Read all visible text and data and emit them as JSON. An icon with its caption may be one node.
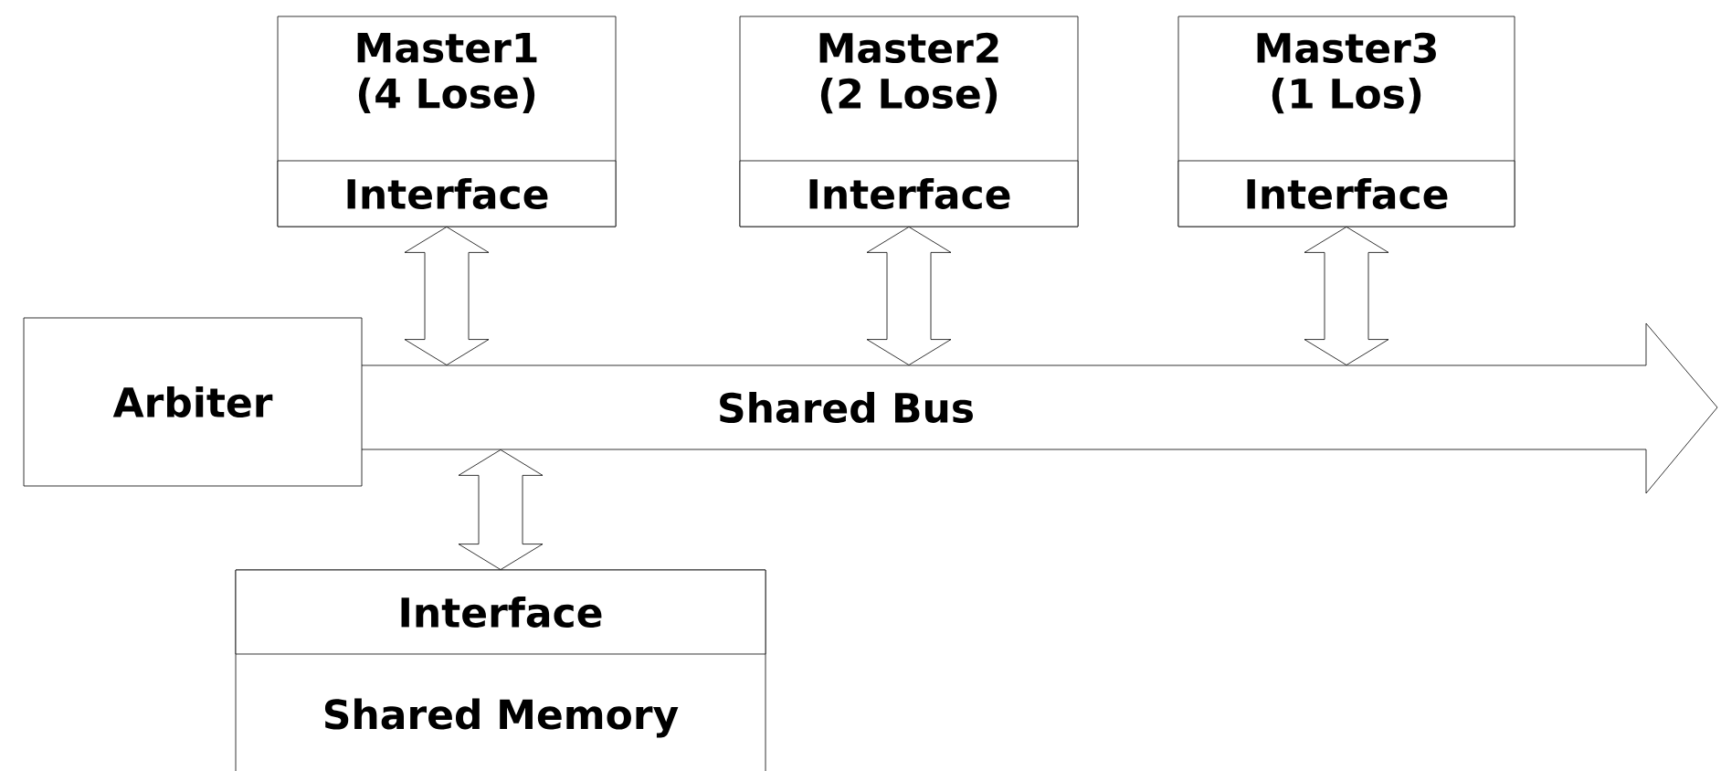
{
  "diagram": {
    "nodes": [
      {
        "text": [
          "Master1 (4 Lose)"
        ]
      },
      {
        "text": [
          "Interface"
        ],
        "in": 0
      },
      {
        "text": [
          "Master2 (2 Lose)"
        ]
      },
      {
        "text": [
          "Interface"
        ],
        "in": 2
      },
      {
        "text": [
          "Master3 (1 Los)"
        ]
      },
      {
        "text": [
          "Interface"
        ],
        "in": 4
      },
      {
        "text": [
          "Arbiter"
        ]
      },
      {
        "text": [
          "Shared Bus"
        ]
      },
      {
        "text": [
          "Shared Memory"
        ]
      },
      {
        "text": [
          "Interface"
        ],
        "in": 8
      }
    ],
    "edges": [
      {
        "from": 1,
        "to": 7,
        "arrow": "both"
      },
      {
        "from": 3,
        "to": 7,
        "arrow": "both"
      },
      {
        "from": 5,
        "to": 7,
        "arrow": "both"
      },
      {
        "from": 9,
        "to": 7,
        "arrow": "both"
      }
    ]
  }
}
